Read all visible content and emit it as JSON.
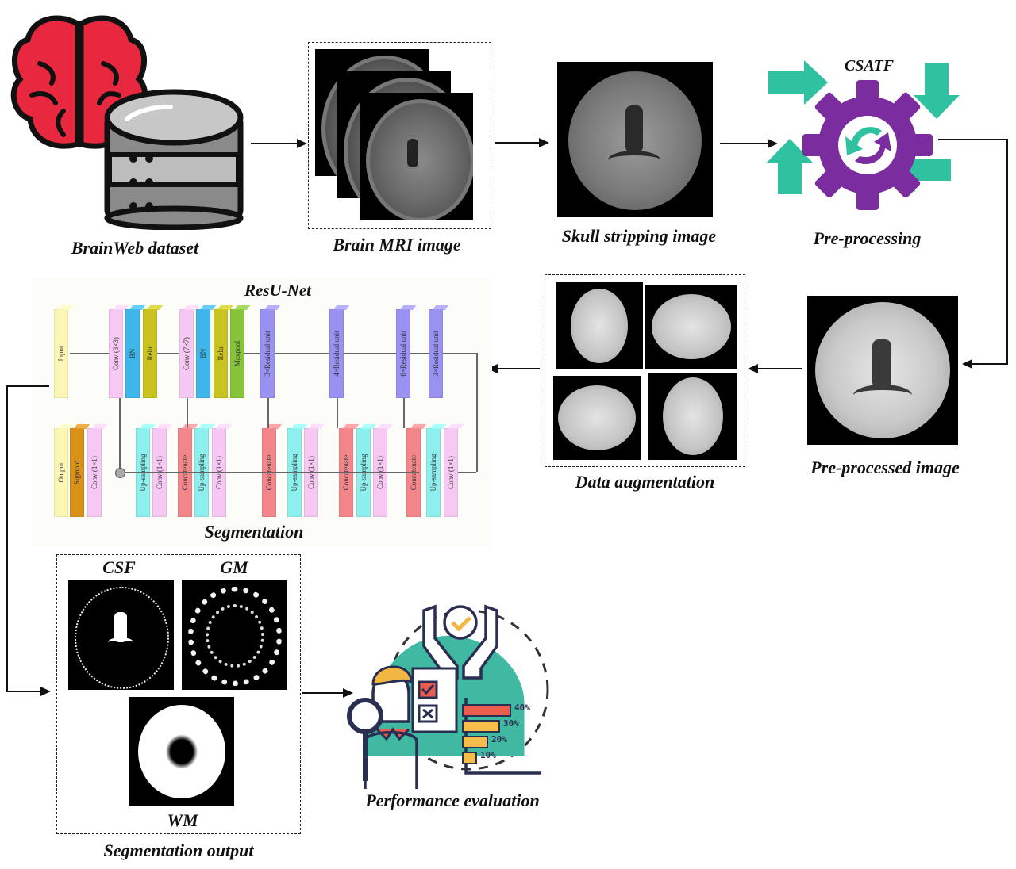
{
  "stages": {
    "dataset": {
      "caption": "BrainWeb dataset",
      "icons": [
        "brain-icon",
        "database-icon"
      ]
    },
    "mri": {
      "caption": "Brain MRI image"
    },
    "skull": {
      "caption": "Skull stripping image"
    },
    "preprocessing": {
      "method": "CSATF",
      "caption": "Pre-processing",
      "icons": [
        "gear-icon",
        "refresh-icon",
        "arrow-in-icon"
      ]
    },
    "preprocessed": {
      "caption": "Pre-processed image"
    },
    "augmentation": {
      "caption": "Data augmentation"
    },
    "segmentation": {
      "title": "ResU-Net",
      "caption": "Segmentation"
    },
    "output": {
      "caption": "Segmentation output",
      "labels": [
        "CSF",
        "GM",
        "WM"
      ]
    },
    "evaluation": {
      "caption": "Performance evaluation",
      "bars": [
        "40%",
        "30%",
        "20%",
        "10%"
      ]
    }
  },
  "resunet": {
    "encoder": [
      {
        "label": "Input",
        "color": "#fbf6b4"
      },
      {
        "label": "Conv (3×3)",
        "color": "#f6c8f3"
      },
      {
        "label": "BN",
        "color": "#3fb6ea"
      },
      {
        "label": "Relu",
        "color": "#c9c31f"
      },
      {
        "label": "Conv (7×7)",
        "color": "#f6c8f3"
      },
      {
        "label": "BN",
        "color": "#3fb6ea"
      },
      {
        "label": "Relu",
        "color": "#c9c31f"
      },
      {
        "label": "Maxpool",
        "color": "#86c53b"
      },
      {
        "label": "3×Residual unit",
        "color": "#9a92f2"
      },
      {
        "label": "4×Residual unit",
        "color": "#9a92f2"
      },
      {
        "label": "6×Residual unit",
        "color": "#9a92f2"
      },
      {
        "label": "3×Residual unit",
        "color": "#9a92f2"
      }
    ],
    "decoder": [
      {
        "label": "Output",
        "color": "#fbf6b4"
      },
      {
        "label": "Sigmoid",
        "color": "#d99119"
      },
      {
        "label": "Conv (1×1)",
        "color": "#f6c8f3"
      },
      {
        "label": "Up-sampling",
        "color": "#8ef0ee"
      },
      {
        "label": "Conv (1×1)",
        "color": "#f6c8f3"
      },
      {
        "label": "Concatenate",
        "color": "#f3868a"
      },
      {
        "label": "Up-sampling",
        "color": "#8ef0ee"
      },
      {
        "label": "Conv (1×1)",
        "color": "#f6c8f3"
      },
      {
        "label": "Concatenate",
        "color": "#f3868a"
      },
      {
        "label": "Up-sampling",
        "color": "#8ef0ee"
      },
      {
        "label": "Conv (1×1)",
        "color": "#f6c8f3"
      },
      {
        "label": "Concatenate",
        "color": "#f3868a"
      },
      {
        "label": "Up-sampling",
        "color": "#8ef0ee"
      },
      {
        "label": "Conv (1×1)",
        "color": "#f6c8f3"
      },
      {
        "label": "Concatenate",
        "color": "#f3868a"
      },
      {
        "label": "Up-sampling",
        "color": "#8ef0ee"
      },
      {
        "label": "Conv (1×1)",
        "color": "#f6c8f3"
      }
    ]
  },
  "colors": {
    "brain": "#e8283e",
    "gear": "#7b2c9e",
    "teal": "#2fc1a0",
    "bar_red": "#ea5d4f",
    "bar_yellow": "#f6bd4b"
  }
}
